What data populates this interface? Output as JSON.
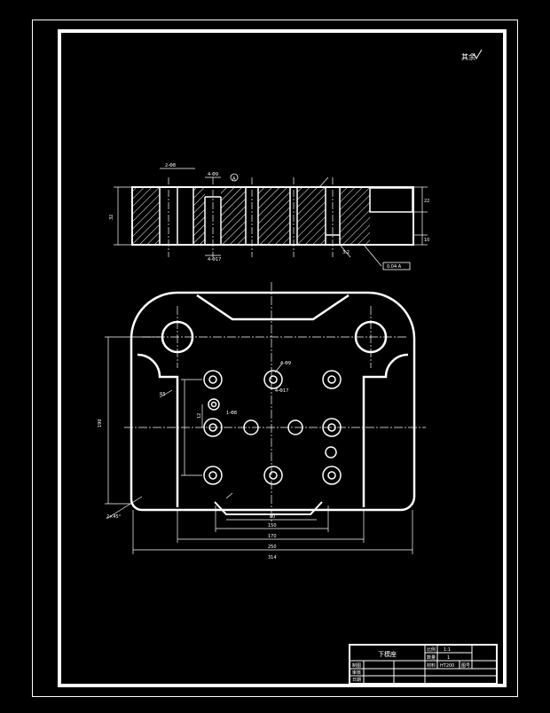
{
  "drawing": {
    "roughness_note": "其余",
    "section_label": "A",
    "title_block": {
      "part_name": "下模座",
      "cells": [
        "比例",
        "1:1",
        "数量",
        "1",
        "材料",
        "HT200",
        "图号"
      ],
      "row_labels": [
        "制图",
        "审核",
        "日期"
      ]
    },
    "top_view": {
      "dims": {
        "hole_2": "2-Φ8",
        "hole_4a": "4-Φ9",
        "hole_4b": "4-Φ17",
        "height": "32",
        "right_a": "22",
        "right_b": "10",
        "roughness": "3.2",
        "tolerance": "0.04 A"
      }
    },
    "plan_view": {
      "dims": {
        "hole_4_phi": "4-Φ9",
        "hole_4_phi2": "4-Φ17",
        "hole_1": "1-Φ8",
        "radius": "R5",
        "overall_h": "190",
        "small_v": "12",
        "corner": "2×45°",
        "slot": "80",
        "w1": "150",
        "w2": "170",
        "w3": "250",
        "w_total": "314"
      }
    }
  }
}
